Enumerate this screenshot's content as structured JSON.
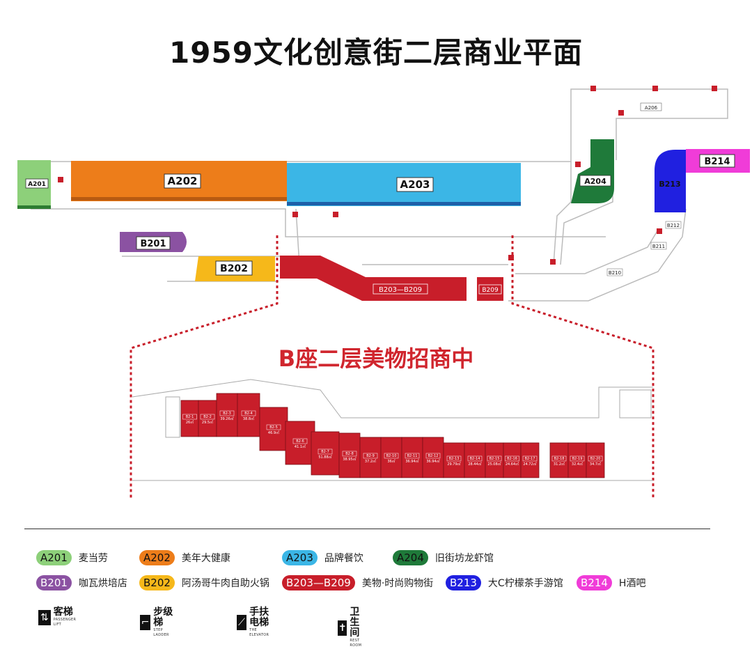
{
  "title": "1959文化创意街二层商业平面",
  "subtitle": "B座二层美物招商中",
  "zones": {
    "A201": "A201",
    "A202": "A202",
    "A203": "A203",
    "A204": "A204",
    "A206": "A206",
    "B201": "B201",
    "B202": "B202",
    "B203_209": "B203—B209",
    "B209": "B209",
    "B210": "B210",
    "B211": "B211",
    "B212": "B212",
    "B213": "B213",
    "B214": "B214"
  },
  "units": [
    {
      "id": "B2-1",
      "area": "26㎡"
    },
    {
      "id": "B2-2",
      "area": "29.5㎡"
    },
    {
      "id": "B2-3",
      "area": "39.26㎡"
    },
    {
      "id": "B2-4",
      "area": "38.8㎡"
    },
    {
      "id": "B2-5",
      "area": "46.9㎡"
    },
    {
      "id": "B2-6",
      "area": "41.1㎡"
    },
    {
      "id": "B2-7",
      "area": "51.88㎡"
    },
    {
      "id": "B2-8",
      "area": "38.95㎡"
    },
    {
      "id": "B2-9",
      "area": "37.2㎡"
    },
    {
      "id": "B2-10",
      "area": "36㎡"
    },
    {
      "id": "B2-11",
      "area": "36.94㎡"
    },
    {
      "id": "B2-12",
      "area": "36.94㎡"
    },
    {
      "id": "B2-13",
      "area": "29.79㎡"
    },
    {
      "id": "B2-14",
      "area": "28.44㎡"
    },
    {
      "id": "B2-15",
      "area": "25.08㎡"
    },
    {
      "id": "B2-16",
      "area": "24.64㎡"
    },
    {
      "id": "B2-17",
      "area": "24.72㎡"
    },
    {
      "id": "B2-18",
      "area": "31.2㎡"
    },
    {
      "id": "B2-19",
      "area": "32.4㎡"
    },
    {
      "id": "B2-20",
      "area": "34.7㎡"
    }
  ],
  "legend": [
    {
      "code": "A201",
      "label": "麦当劳",
      "color": "#8dd07a"
    },
    {
      "code": "A202",
      "label": "美年大健康",
      "color": "#ed7d1a"
    },
    {
      "code": "A203",
      "label": "品牌餐饮",
      "color": "#3bb6e6"
    },
    {
      "code": "A204",
      "label": "旧街坊龙虾馆",
      "color": "#1f7a3a"
    },
    {
      "code": "B201",
      "label": "咖瓦烘培店",
      "color": "#8b52a2"
    },
    {
      "code": "B202",
      "label": "阿汤哥牛肉自助火锅",
      "color": "#f6b81a"
    },
    {
      "code": "B203—B209",
      "label": "美物·时尚购物街",
      "color": "#c81e2a"
    },
    {
      "code": "B213",
      "label": "大C柠檬茶手游馆",
      "color": "#2020e0"
    },
    {
      "code": "B214",
      "label": "H酒吧",
      "color": "#f03cd8"
    }
  ],
  "facilities": [
    {
      "icon": "elevator-icon",
      "label": "客梯",
      "en": "PASSENGER LIFT"
    },
    {
      "icon": "stairs-icon",
      "label": "步级梯",
      "en": "STEP LADDER"
    },
    {
      "icon": "escalator-icon",
      "label": "手扶电梯",
      "en": "THE ELEVATOR"
    },
    {
      "icon": "restroom-icon",
      "label": "卫生间",
      "en": "REST ROOM"
    }
  ]
}
